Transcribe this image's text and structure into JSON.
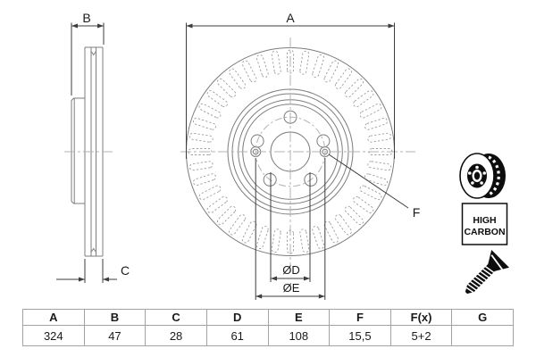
{
  "drawing": {
    "dim_labels": {
      "A": "A",
      "B": "B",
      "C": "C",
      "F": "F",
      "dD": "ØD",
      "dE": "ØE"
    },
    "icons": [
      "brake-disc-icon",
      "high-carbon-badge",
      "countersunk-screw-icon"
    ]
  },
  "badge": {
    "line1": "HIGH",
    "line2": "CARBON"
  },
  "table": {
    "headers": [
      "A",
      "B",
      "C",
      "D",
      "E",
      "F",
      "F(x)",
      "G"
    ],
    "values": [
      "324",
      "47",
      "28",
      "61",
      "108",
      "15,5",
      "5+2",
      ""
    ]
  },
  "colors": {
    "outline": "#7d7d7d",
    "vents": "#9a9a9a",
    "centerline": "#b3b3b3",
    "dimension": "#3d3d3d",
    "icon": "#0d0d0d",
    "table_border": "#a3a3a3",
    "text": "#1a1a1a"
  }
}
